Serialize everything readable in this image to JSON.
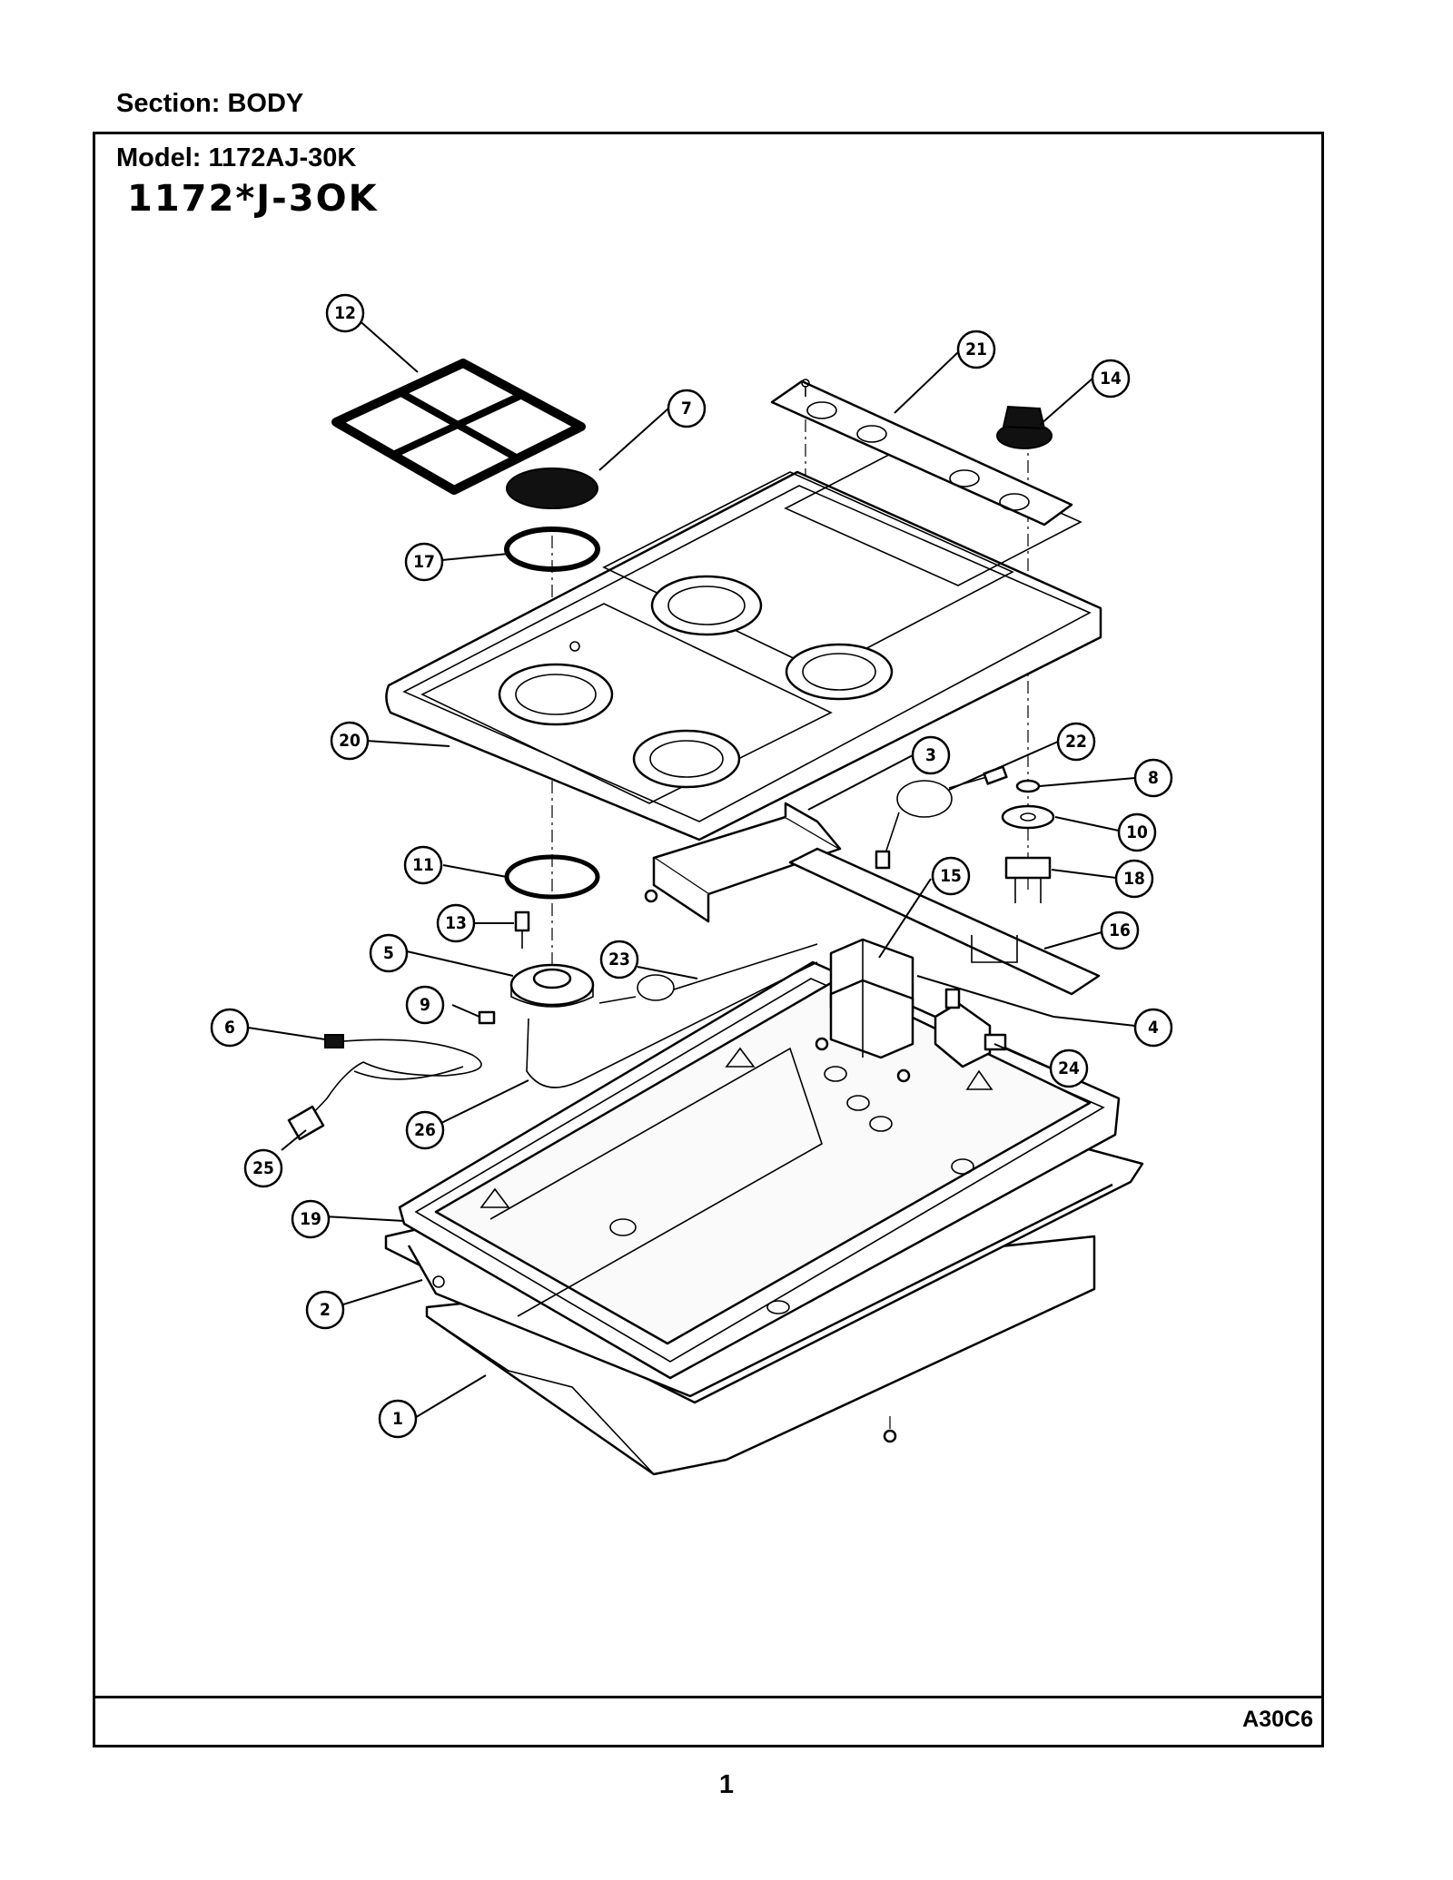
{
  "section": "Section:  BODY",
  "model": "Model:  1172AJ-30K",
  "drawing_title": "1172*J-3OK",
  "drawing_code": "A30C6",
  "page_number": "1",
  "callouts": [
    "1",
    "2",
    "3",
    "4",
    "5",
    "6",
    "7",
    "8",
    "9",
    "10",
    "11",
    "12",
    "13",
    "14",
    "15",
    "16",
    "17",
    "18",
    "19",
    "20",
    "21",
    "22",
    "23",
    "24",
    "25",
    "26"
  ]
}
